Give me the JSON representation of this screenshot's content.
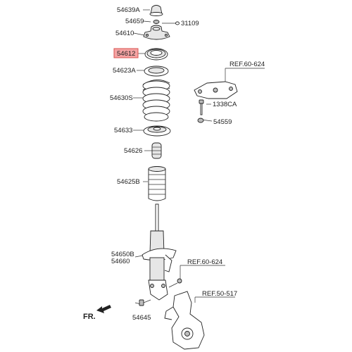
{
  "labels": {
    "p54639A": "54639A",
    "p54659": "54659",
    "p31109": "31109",
    "p54610": "54610",
    "p54612": "54612",
    "p54623A": "54623A",
    "p54630S": "54630S",
    "p54633": "54633",
    "p54626": "54626",
    "p54625B": "54625B",
    "p54650B": "54650B",
    "p54660": "54660",
    "p54645": "54645",
    "ref60624_top": "REF.60-624",
    "p1338CA": "1338CA",
    "p54559": "54559",
    "ref60624_mid": "REF.60-624",
    "ref50517": "REF.50-517",
    "fr": "FR."
  },
  "highlight": {
    "part": "54612",
    "color": "#f4a3a3",
    "border": "#d9534f"
  },
  "colors": {
    "line": "#333333",
    "text": "#222222",
    "background": "#ffffff"
  }
}
